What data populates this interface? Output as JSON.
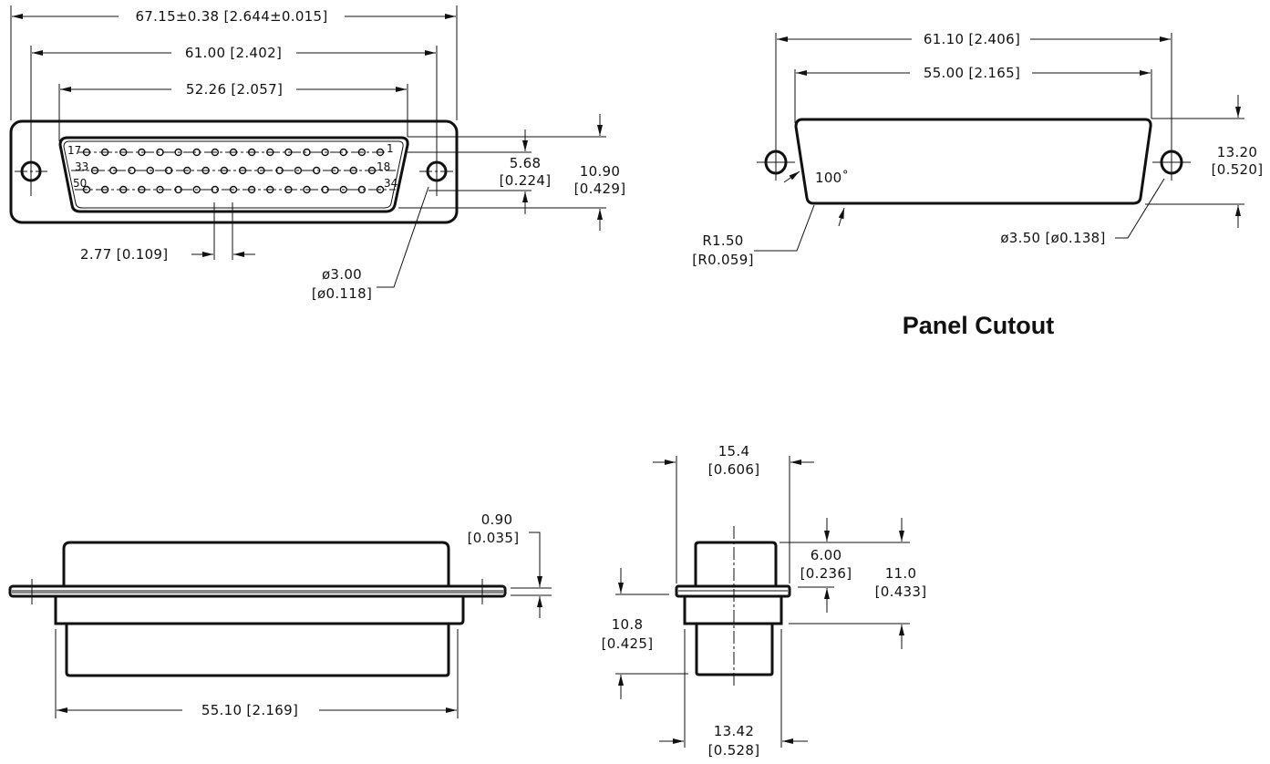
{
  "front_view": {
    "overall_width": "67.15±0.38 [2.644±0.015]",
    "hole_spacing": "61.00 [2.402]",
    "shell_width": "52.26 [2.057]",
    "row_pitch_mm": "5.68",
    "row_pitch_in": "[0.224]",
    "shell_height_mm": "10.90",
    "shell_height_in": "[0.429]",
    "pin_pitch": "2.77 [0.109]",
    "hole_dia_mm": "ø3.00",
    "hole_dia_in": "[ø0.118]",
    "pin_labels": {
      "row1_left": "17",
      "row1_right": "1",
      "row2_left": "33",
      "row2_right": "18",
      "row3_left": "50",
      "row3_right": "34"
    },
    "pin_rows": [
      17,
      16,
      17
    ]
  },
  "panel_cutout": {
    "title": "Panel Cutout",
    "hole_spacing": "61.10 [2.406]",
    "cutout_width": "55.00 [2.165]",
    "height_mm": "13.20",
    "height_in": "[0.520]",
    "angle": "100˚",
    "radius_mm": "R1.50",
    "radius_in": "[R0.059]",
    "hole_dia": "ø3.50 [ø0.138]"
  },
  "side_view": {
    "flange_thickness_mm": "0.90",
    "flange_thickness_in": "[0.035]",
    "body_width": "55.10 [2.169]"
  },
  "end_view": {
    "flange_width_mm": "15.4",
    "flange_width_in": "[0.606]",
    "front_height_mm": "6.00",
    "front_height_in": "[0.236]",
    "total_height_mm": "11.0",
    "total_height_in": "[0.433]",
    "rear_height_mm": "10.8",
    "rear_height_in": "[0.425]",
    "body_width_mm": "13.42",
    "body_width_in": "[0.528]"
  }
}
